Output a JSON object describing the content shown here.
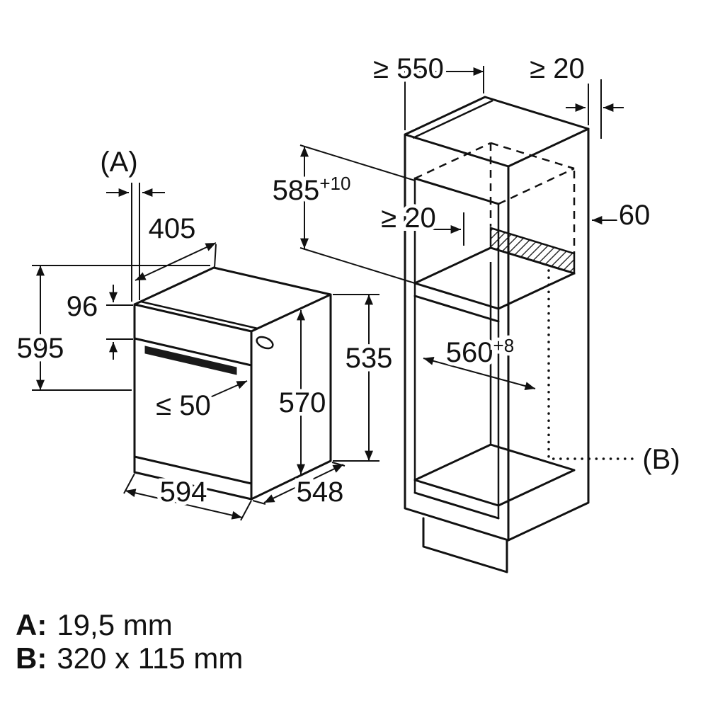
{
  "title": "Built-in oven installation diagram",
  "oven": {
    "callout_a": "(A)",
    "dims": {
      "top_depth": "405",
      "panel_height": "96",
      "height": "595",
      "handle_depth": "≤ 50",
      "casing_height": "570",
      "rear_height": "535",
      "width": "594",
      "casing_depth": "548"
    }
  },
  "cabinet": {
    "callout_b": "(B)",
    "dims": {
      "top_depth": "≥ 550",
      "rear_wall_gap": "≥ 20",
      "niche_height": {
        "value": "585",
        "sup": "+10"
      },
      "vent_clearance": "≥ 20",
      "vent_depth": "60",
      "niche_width": {
        "value": "560",
        "sup": "+8"
      }
    }
  },
  "legend": {
    "a_label": "A:",
    "a_value": "19,5 mm",
    "b_label": "B:",
    "b_value": "320 x 115 mm"
  }
}
